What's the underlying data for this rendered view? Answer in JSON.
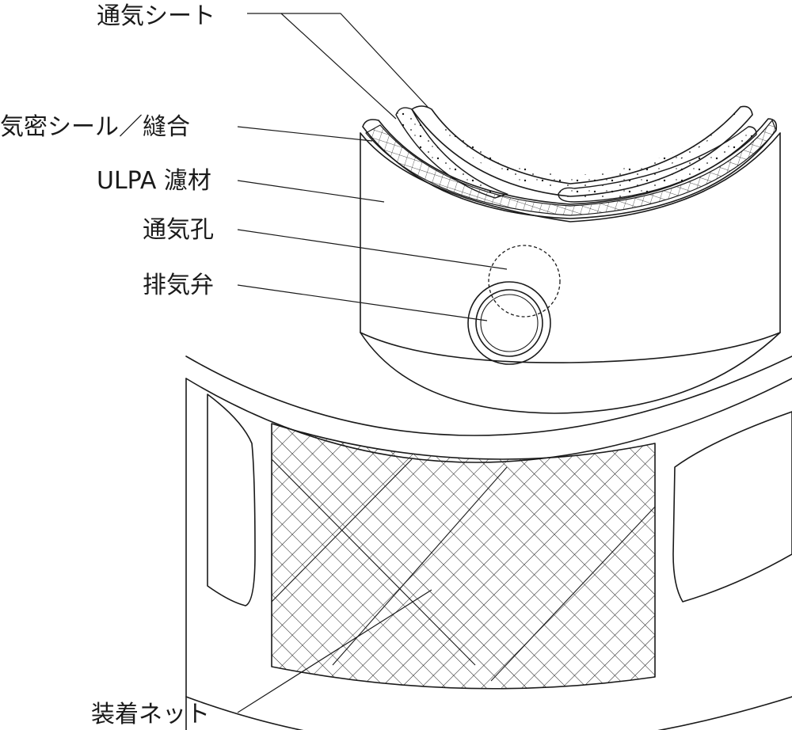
{
  "labels": {
    "vent_sheet": "通気シート",
    "airtight_seal": "気密シール／縫合",
    "ulpa_filter": "ULPA 濾材",
    "vent_hole": "通気孔",
    "exhaust_valve": "排気弁",
    "mounting_net": "装着ネット"
  },
  "colors": {
    "line": "#1a1a1a",
    "background": "#ffffff"
  }
}
